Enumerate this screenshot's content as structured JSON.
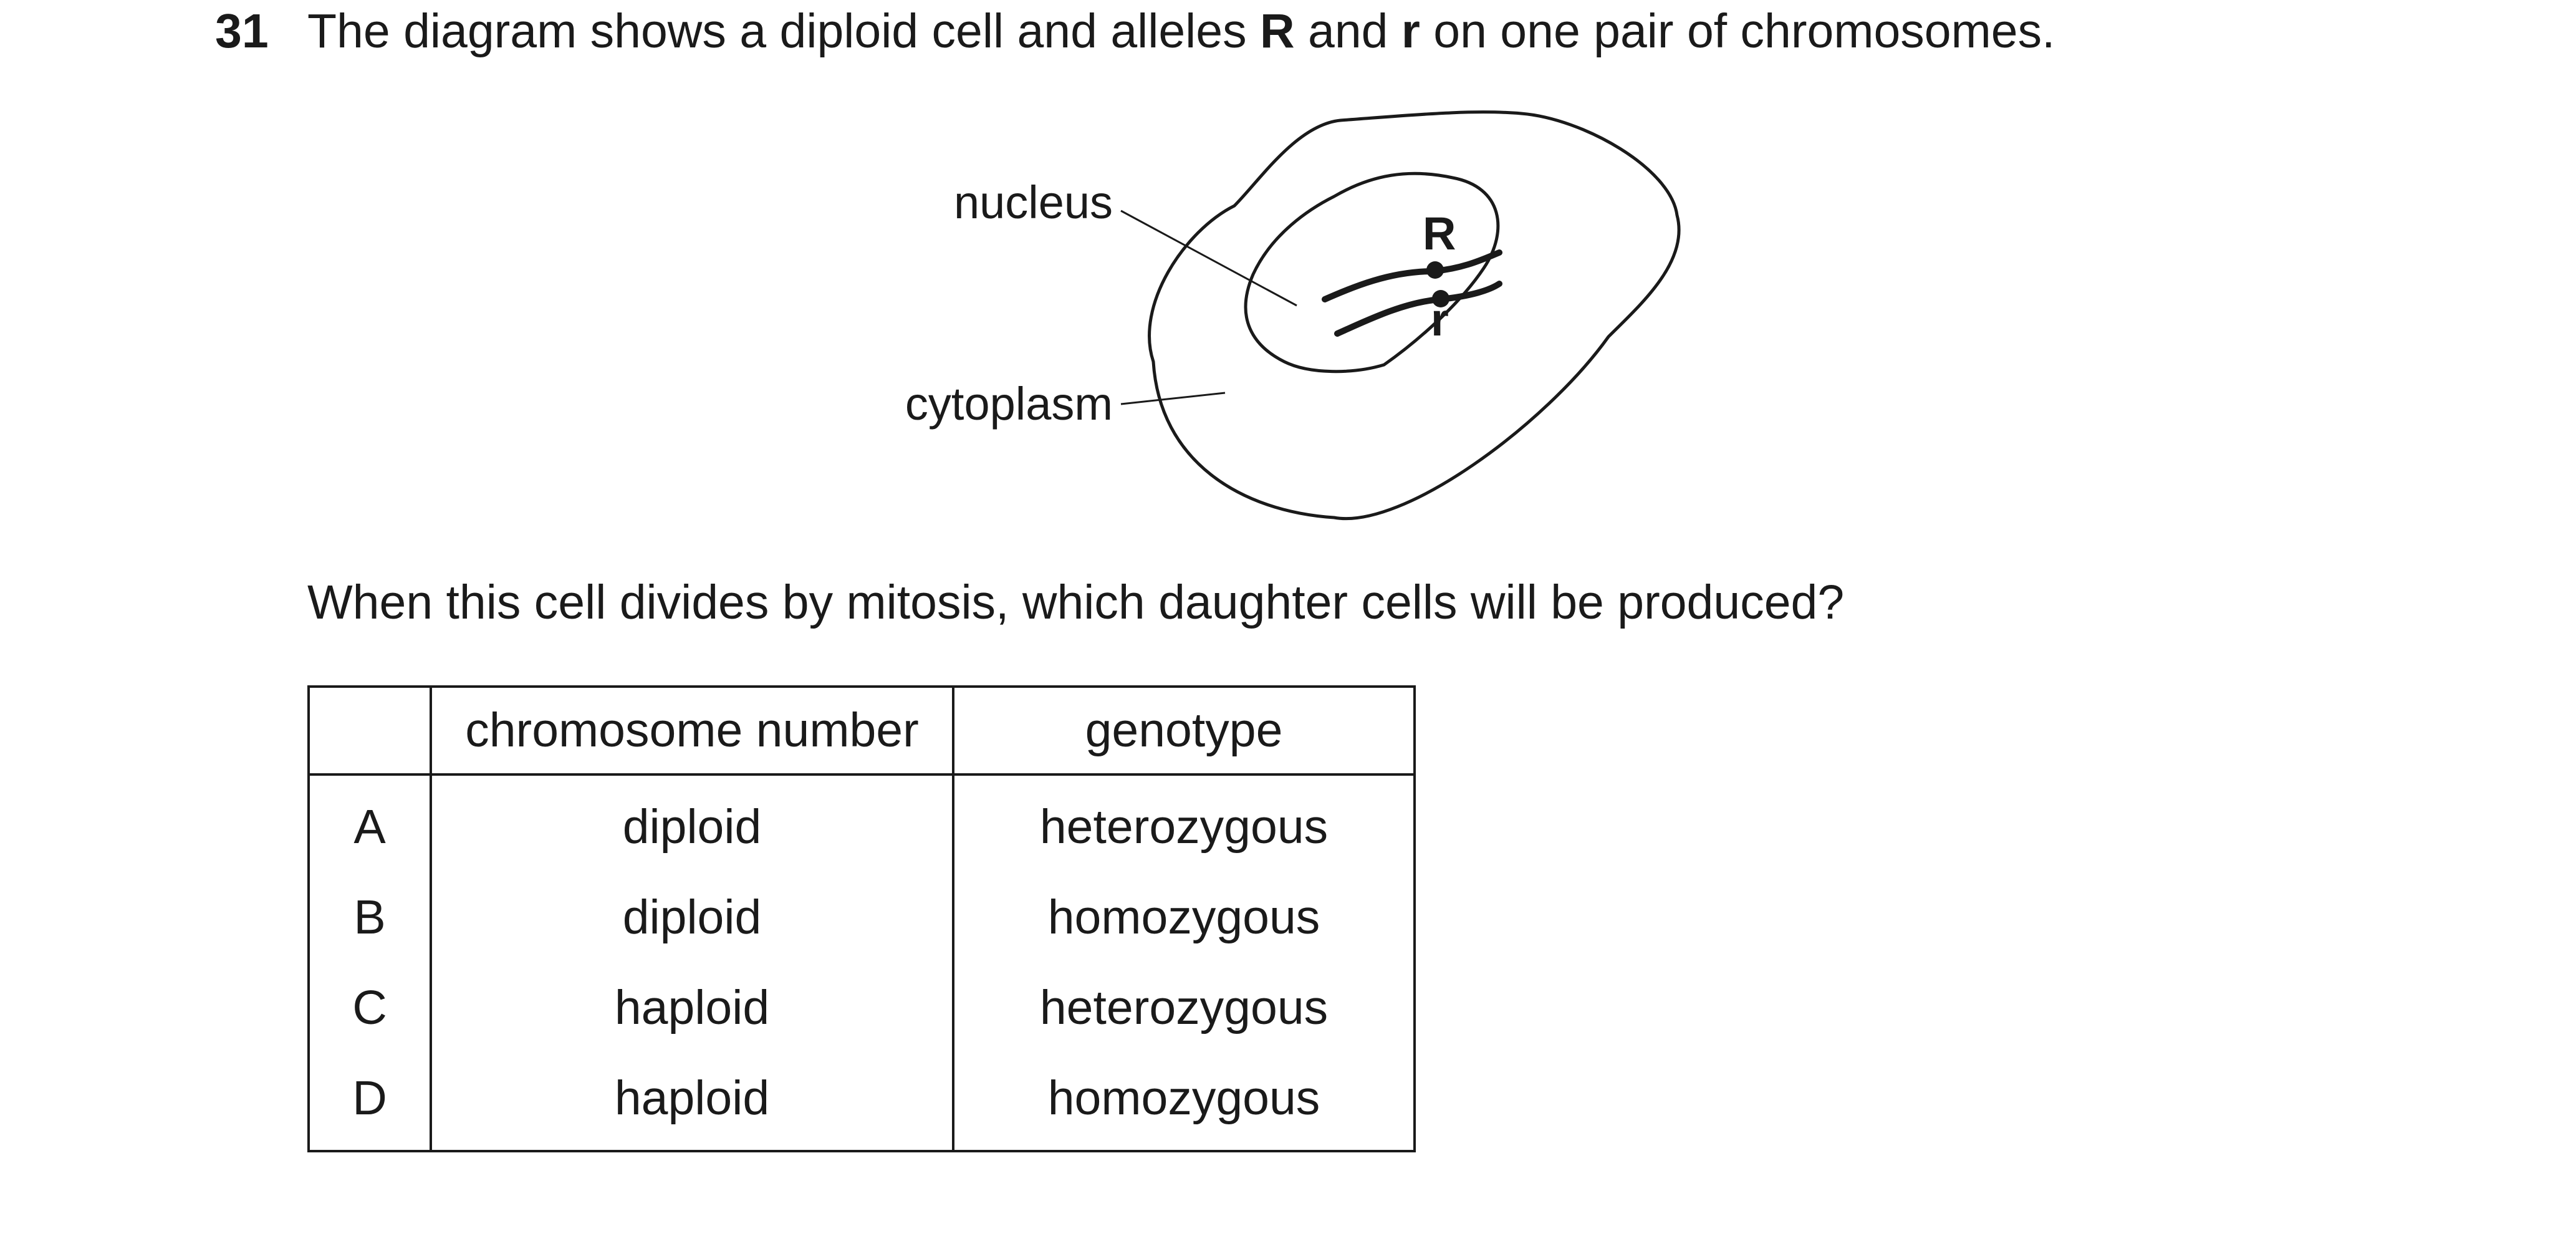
{
  "question": {
    "number": "31",
    "stem_before_R": "The diagram shows a diploid cell and alleles ",
    "allele_R": "R",
    "stem_and": " and ",
    "allele_r": "r",
    "stem_after_r": " on one pair of chromosomes."
  },
  "diagram": {
    "labels": {
      "nucleus": "nucleus",
      "cytoplasm": "cytoplasm"
    },
    "alleles": {
      "upper": "R",
      "lower": "r"
    }
  },
  "prompt": "When this cell divides by mitosis, which daughter cells will be produced?",
  "options_table": {
    "headers": [
      "",
      "chromosome number",
      "genotype"
    ],
    "rows": [
      {
        "key": "A",
        "chromosome_number": "diploid",
        "genotype": "heterozygous"
      },
      {
        "key": "B",
        "chromosome_number": "diploid",
        "genotype": "homozygous"
      },
      {
        "key": "C",
        "chromosome_number": "haploid",
        "genotype": "heterozygous"
      },
      {
        "key": "D",
        "chromosome_number": "haploid",
        "genotype": "homozygous"
      }
    ]
  }
}
